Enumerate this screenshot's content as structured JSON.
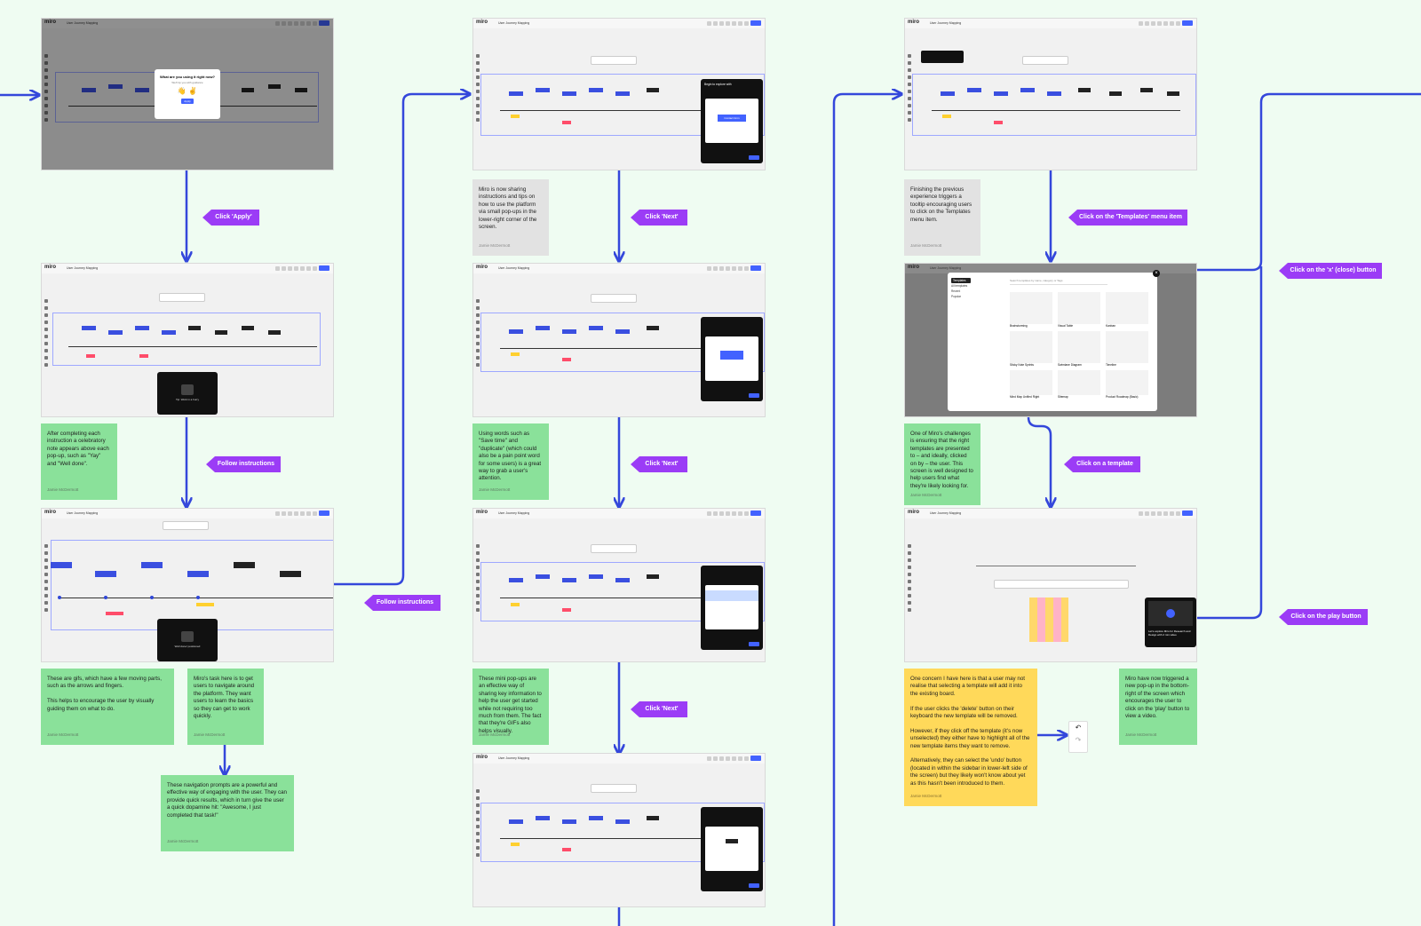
{
  "screen_ui": {
    "logo": "miro",
    "board_title": "User Journey Mapping"
  },
  "screens": {
    "c1r1": {
      "dialog_title": "What are you using it right now?",
      "dialog_sub": "We'll tip you with guidance",
      "dialog_button": "Apply"
    },
    "c1r2": {
      "gif_caption": "Tip: Work in a hurry"
    },
    "c1r3": {
      "gif_caption": "Well done! positioned"
    },
    "c2r1": {
      "pop_title": "Begin to explore with",
      "pop_button": "Contact form"
    },
    "c3r2": {
      "search_placeholder": "Search templates by name, category or Tags",
      "categories": [
        "Templates",
        "All templates",
        "Recent",
        "Popular"
      ],
      "cards": [
        "Brainstorming",
        "Visual Table",
        "Kanban",
        "Sticky Note Sprints",
        "Swimlane Diagram",
        "Timeline",
        "Mind Map Unified Right",
        "Sitemap",
        "Product Roadmap (Basic)"
      ]
    },
    "c3r3": {
      "video_text": "Let's explore Miro for Research and Design with 2 min video"
    }
  },
  "tags": {
    "apply": "Click 'Apply'",
    "follow1": "Follow instructions",
    "follow2": "Follow instructions",
    "next1": "Click 'Next'",
    "next2": "Click 'Next'",
    "next3": "Click 'Next'",
    "templates": "Click on the 'Templates' menu item",
    "close": "Click on the 'x' (close) button",
    "template": "Click on a template",
    "play": "Click on the play button"
  },
  "notes": {
    "n1": {
      "text": "After completing each instruction a celebratory note appears above each pop-up, such as \"Yay\" and \"Well done\".",
      "author": "Jamie McDermott"
    },
    "n2": {
      "text": "These are gifs, which have a few moving parts, such as the arrows and fingers.\n\nThis helps to encourage the user by visually guiding them on what to do.",
      "author": "Jamie McDermott"
    },
    "n3": {
      "text": "Miro's task here is to get users to navigate around the platform. They want users to learn the basics so they can get to work quickly.",
      "author": "Jamie McDermott"
    },
    "n4": {
      "text": "These navigation prompts are a powerful and effective way of engaging with the user. They can provide quick results, which in turn give the user a quick dopamine hit: \"Awesome, I just completed that task!\"",
      "author": "Jamie McDermott"
    },
    "n5": {
      "text": "Miro is now sharing instructions and tips on how to use the platform via small pop-ups in the lower-right corner of the screen.",
      "author": "Jamie McDermott"
    },
    "n6": {
      "text": "Using words such as \"Save time\" and \"duplicate\" (which could also be a pain point word for some users) is a great way to grab a user's attention.",
      "author": "Jamie McDermott"
    },
    "n7": {
      "text": "These mini pop-ups are an effective way of sharing key information to help the user get started while not requiring too much from them. The fact that they're GIFs also helps visually.",
      "author": "Jamie McDermott"
    },
    "n8": {
      "text": "Finishing the previous experience triggers a tooltip encouraging users to click on the Templates menu item.",
      "author": "Jamie McDermott"
    },
    "n9": {
      "text": "One of Miro's challenges is ensuring that the right templates are presented to – and ideally, clicked on by – the user. This screen is well designed to help users find what they're likely looking for.",
      "author": "Jamie McDermott"
    },
    "n10": {
      "text": "One concern I have here is that a user may not realise that selecting a template will add it into the existing board.\n\nIf the user clicks the 'delete' button on their keyboard the new template will be removed.\n\nHowever, if they click off the template (it's now unselected) they either have to highlight all of the new template items they want to remove.\n\nAlternatively, they can select the 'undo' button (located in within the sidebar in lower-left side of the screen) but they likely won't know about yet as this hasn't been introduced to them.",
      "author": "Jamie McDermott"
    },
    "n11": {
      "text": "Miro have now triggered a new pop-up in the bottom-right of the screen which encourages the user to click on the 'play' button to view a video.",
      "author": "Jamie McDermott"
    }
  },
  "colors": {
    "background": "#effcf2",
    "connector": "#3447db",
    "tag": "#9b3cf6",
    "green_note": "#8ae19a",
    "gray_note": "#e2e2e2",
    "yellow_note": "#ffd95a"
  }
}
